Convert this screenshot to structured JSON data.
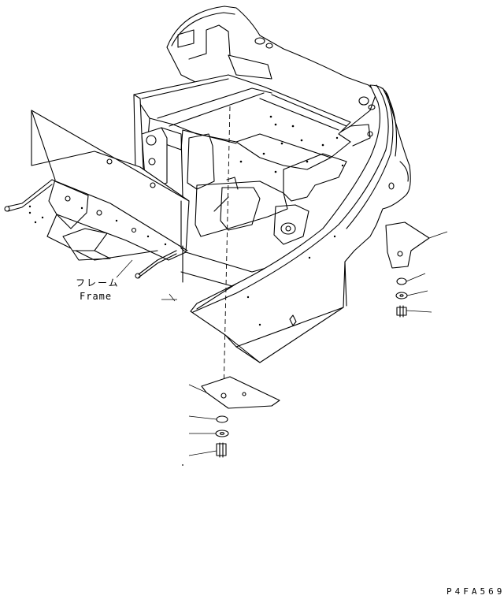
{
  "labels": {
    "frame_jp": "フレーム",
    "frame_en": "Frame",
    "drawing_code": "P4FA569"
  }
}
